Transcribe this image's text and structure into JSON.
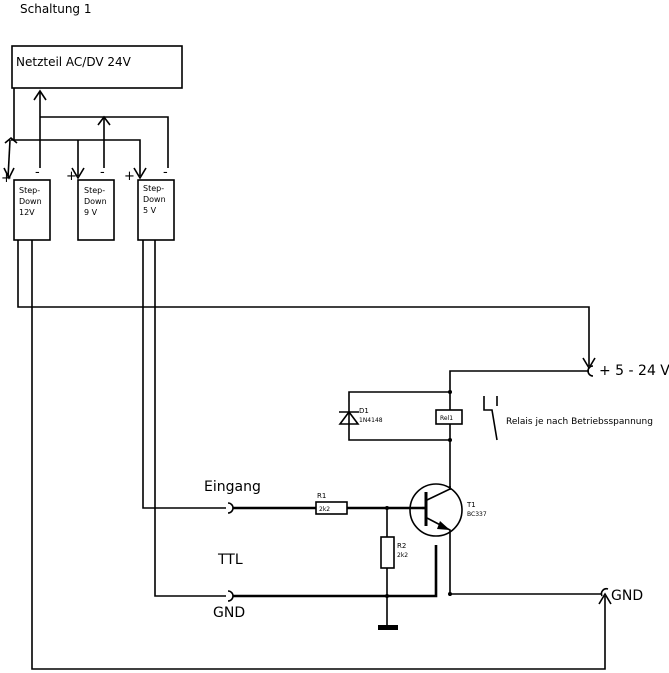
{
  "title": "Schaltung 1",
  "psu_label": "Netzteil AC/DV 24V",
  "modules": [
    {
      "line1": "Step-",
      "line2": "Down",
      "line3": "12V"
    },
    {
      "line1": "Step-",
      "line2": "Down",
      "line3": "9 V"
    },
    {
      "line1": "Step-",
      "line2": "Down",
      "line3": "5 V"
    }
  ],
  "polarity": {
    "plus": "+",
    "minus": "-"
  },
  "supply_label": "+ 5 - 24 V",
  "gnd_label": "GND",
  "eingang_label": "Eingang",
  "ttl_label": "TTL",
  "gnd_bottom_label": "GND",
  "diode": {
    "ref": "D1",
    "value": "1N4148"
  },
  "relay": {
    "ref": "Rel1",
    "note": "Relais je nach Betriebsspannung"
  },
  "r1": {
    "ref": "R1",
    "value": "2k2"
  },
  "r2": {
    "ref": "R2",
    "value": "2k2"
  },
  "transistor": {
    "ref": "T1",
    "value": "BC337"
  }
}
